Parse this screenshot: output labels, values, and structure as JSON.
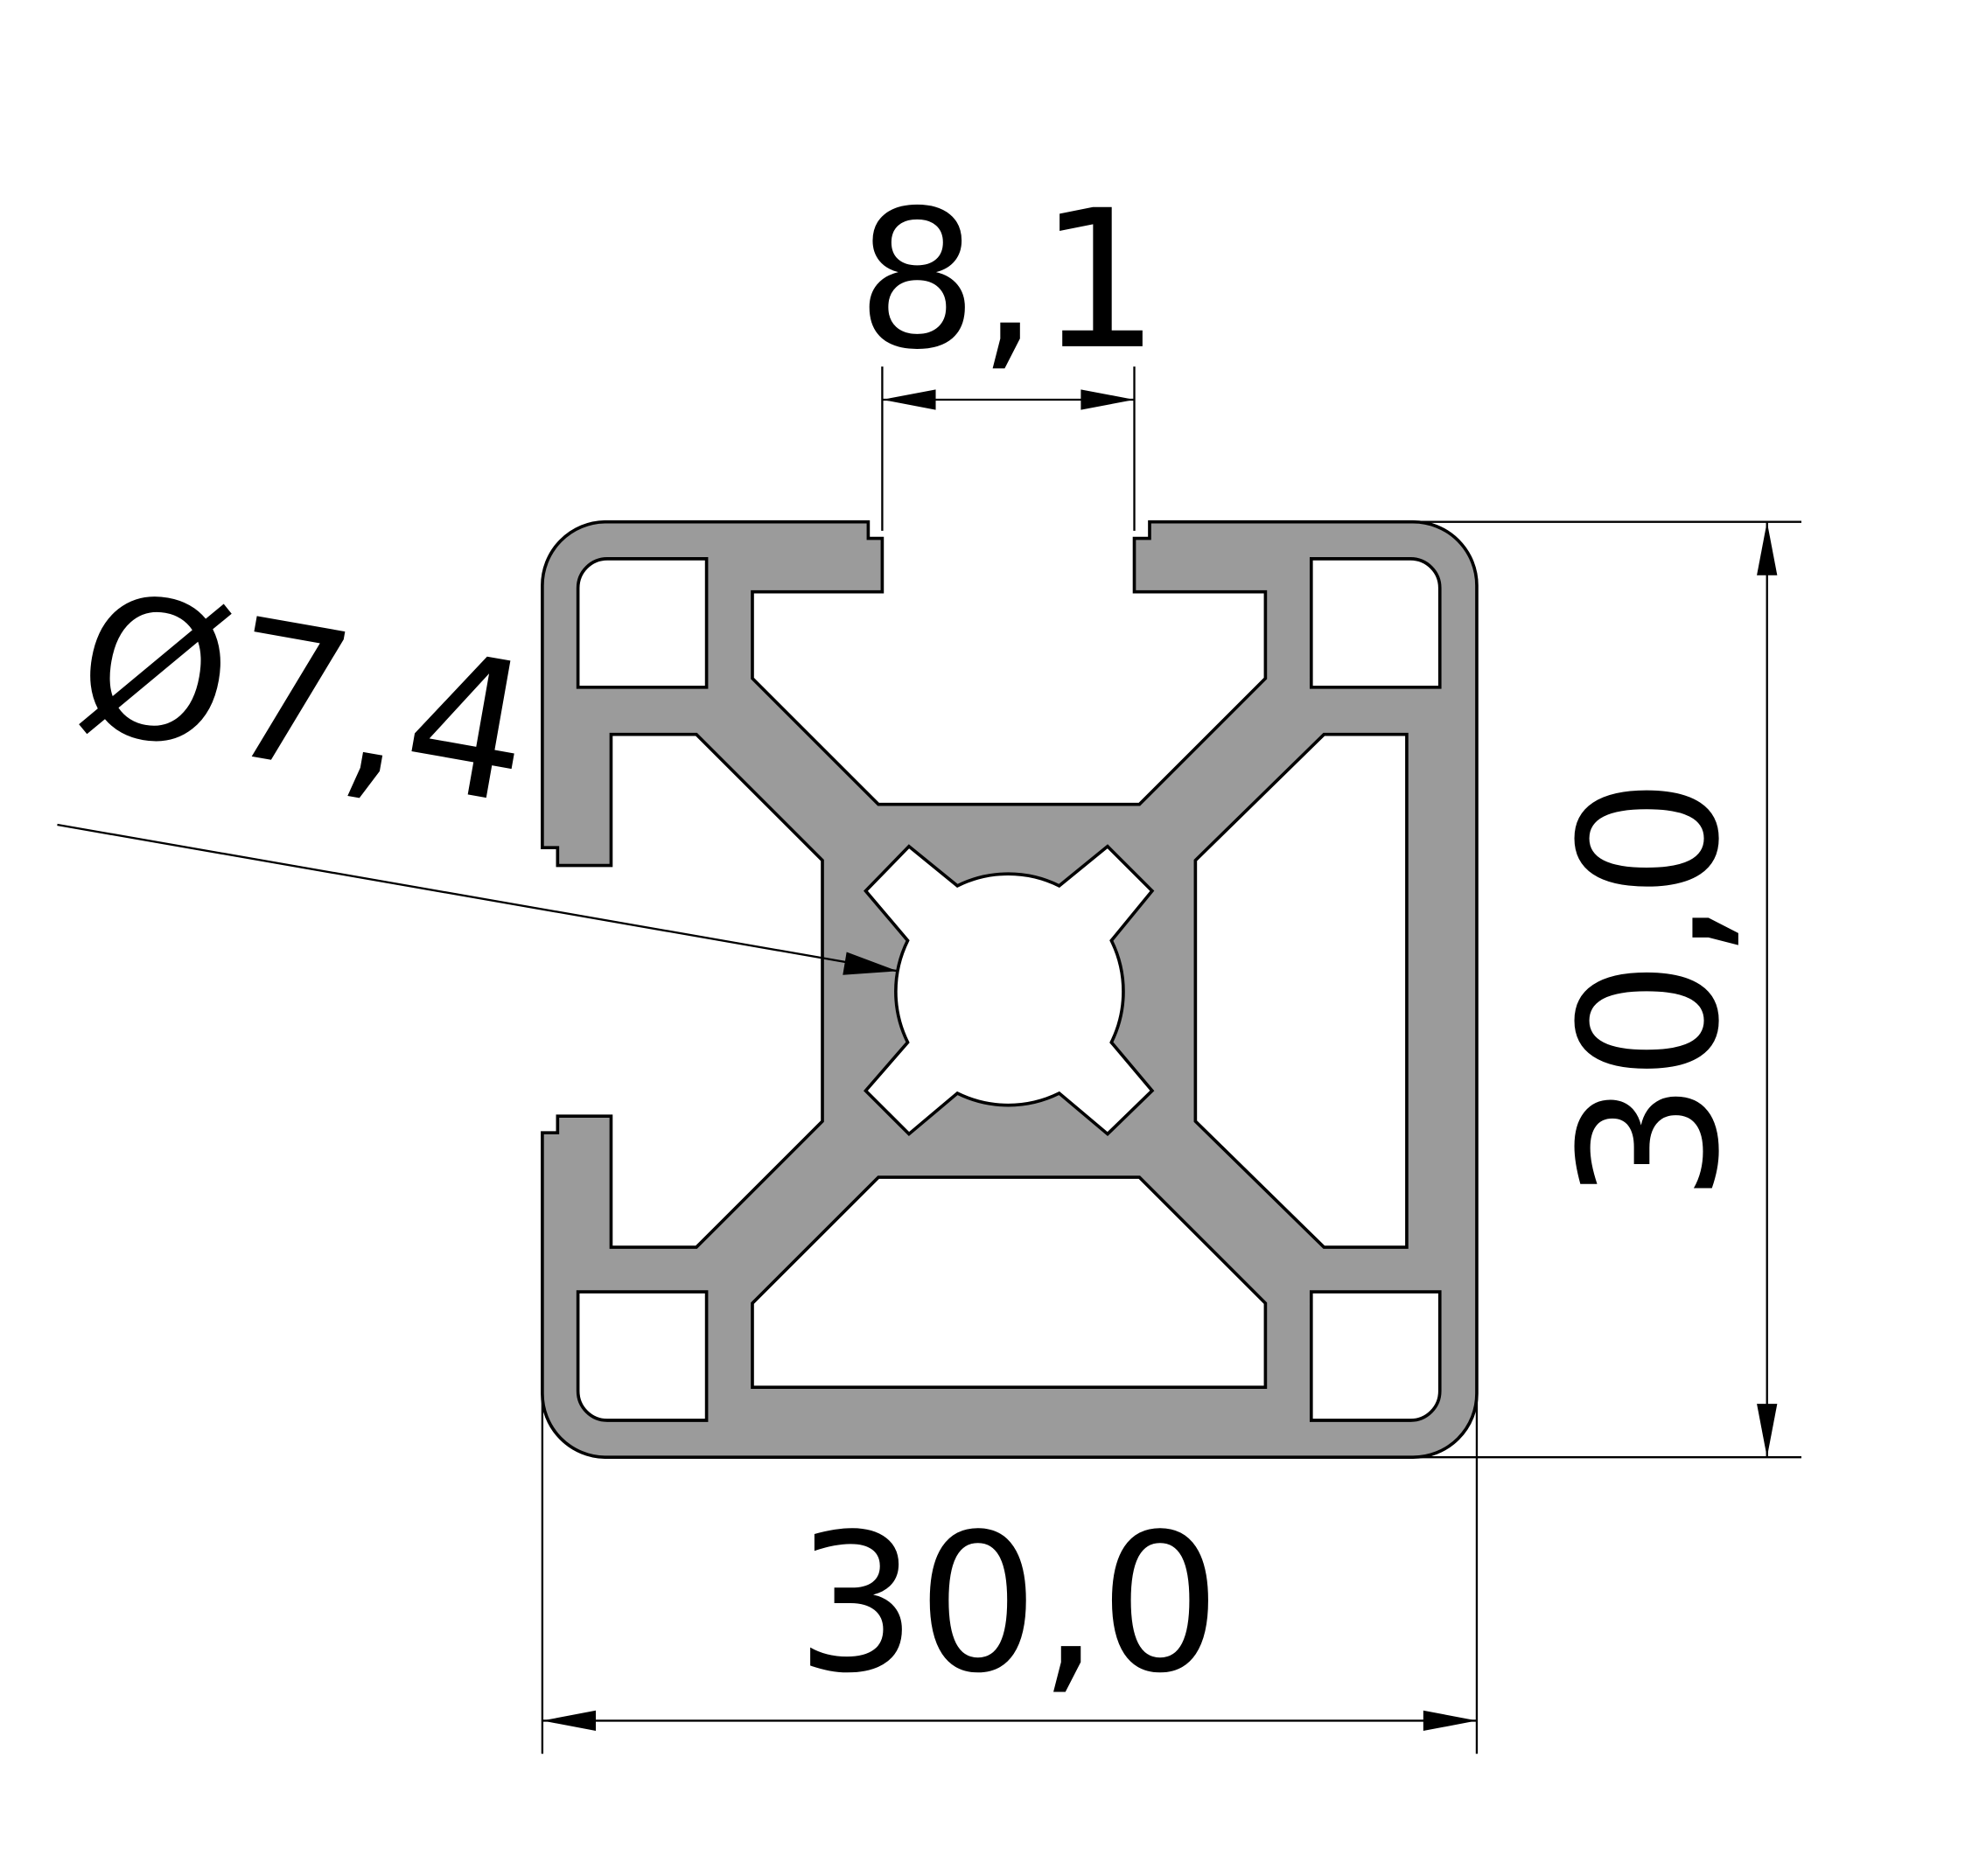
{
  "drawing": {
    "dimensions": {
      "slot_width": "8,1",
      "width": "30,0",
      "height": "30,0",
      "bore_diameter": "Ø7,4"
    },
    "colors": {
      "profile_fill": "#9b9b9b",
      "outline": "#000000",
      "background": "#ffffff"
    }
  }
}
